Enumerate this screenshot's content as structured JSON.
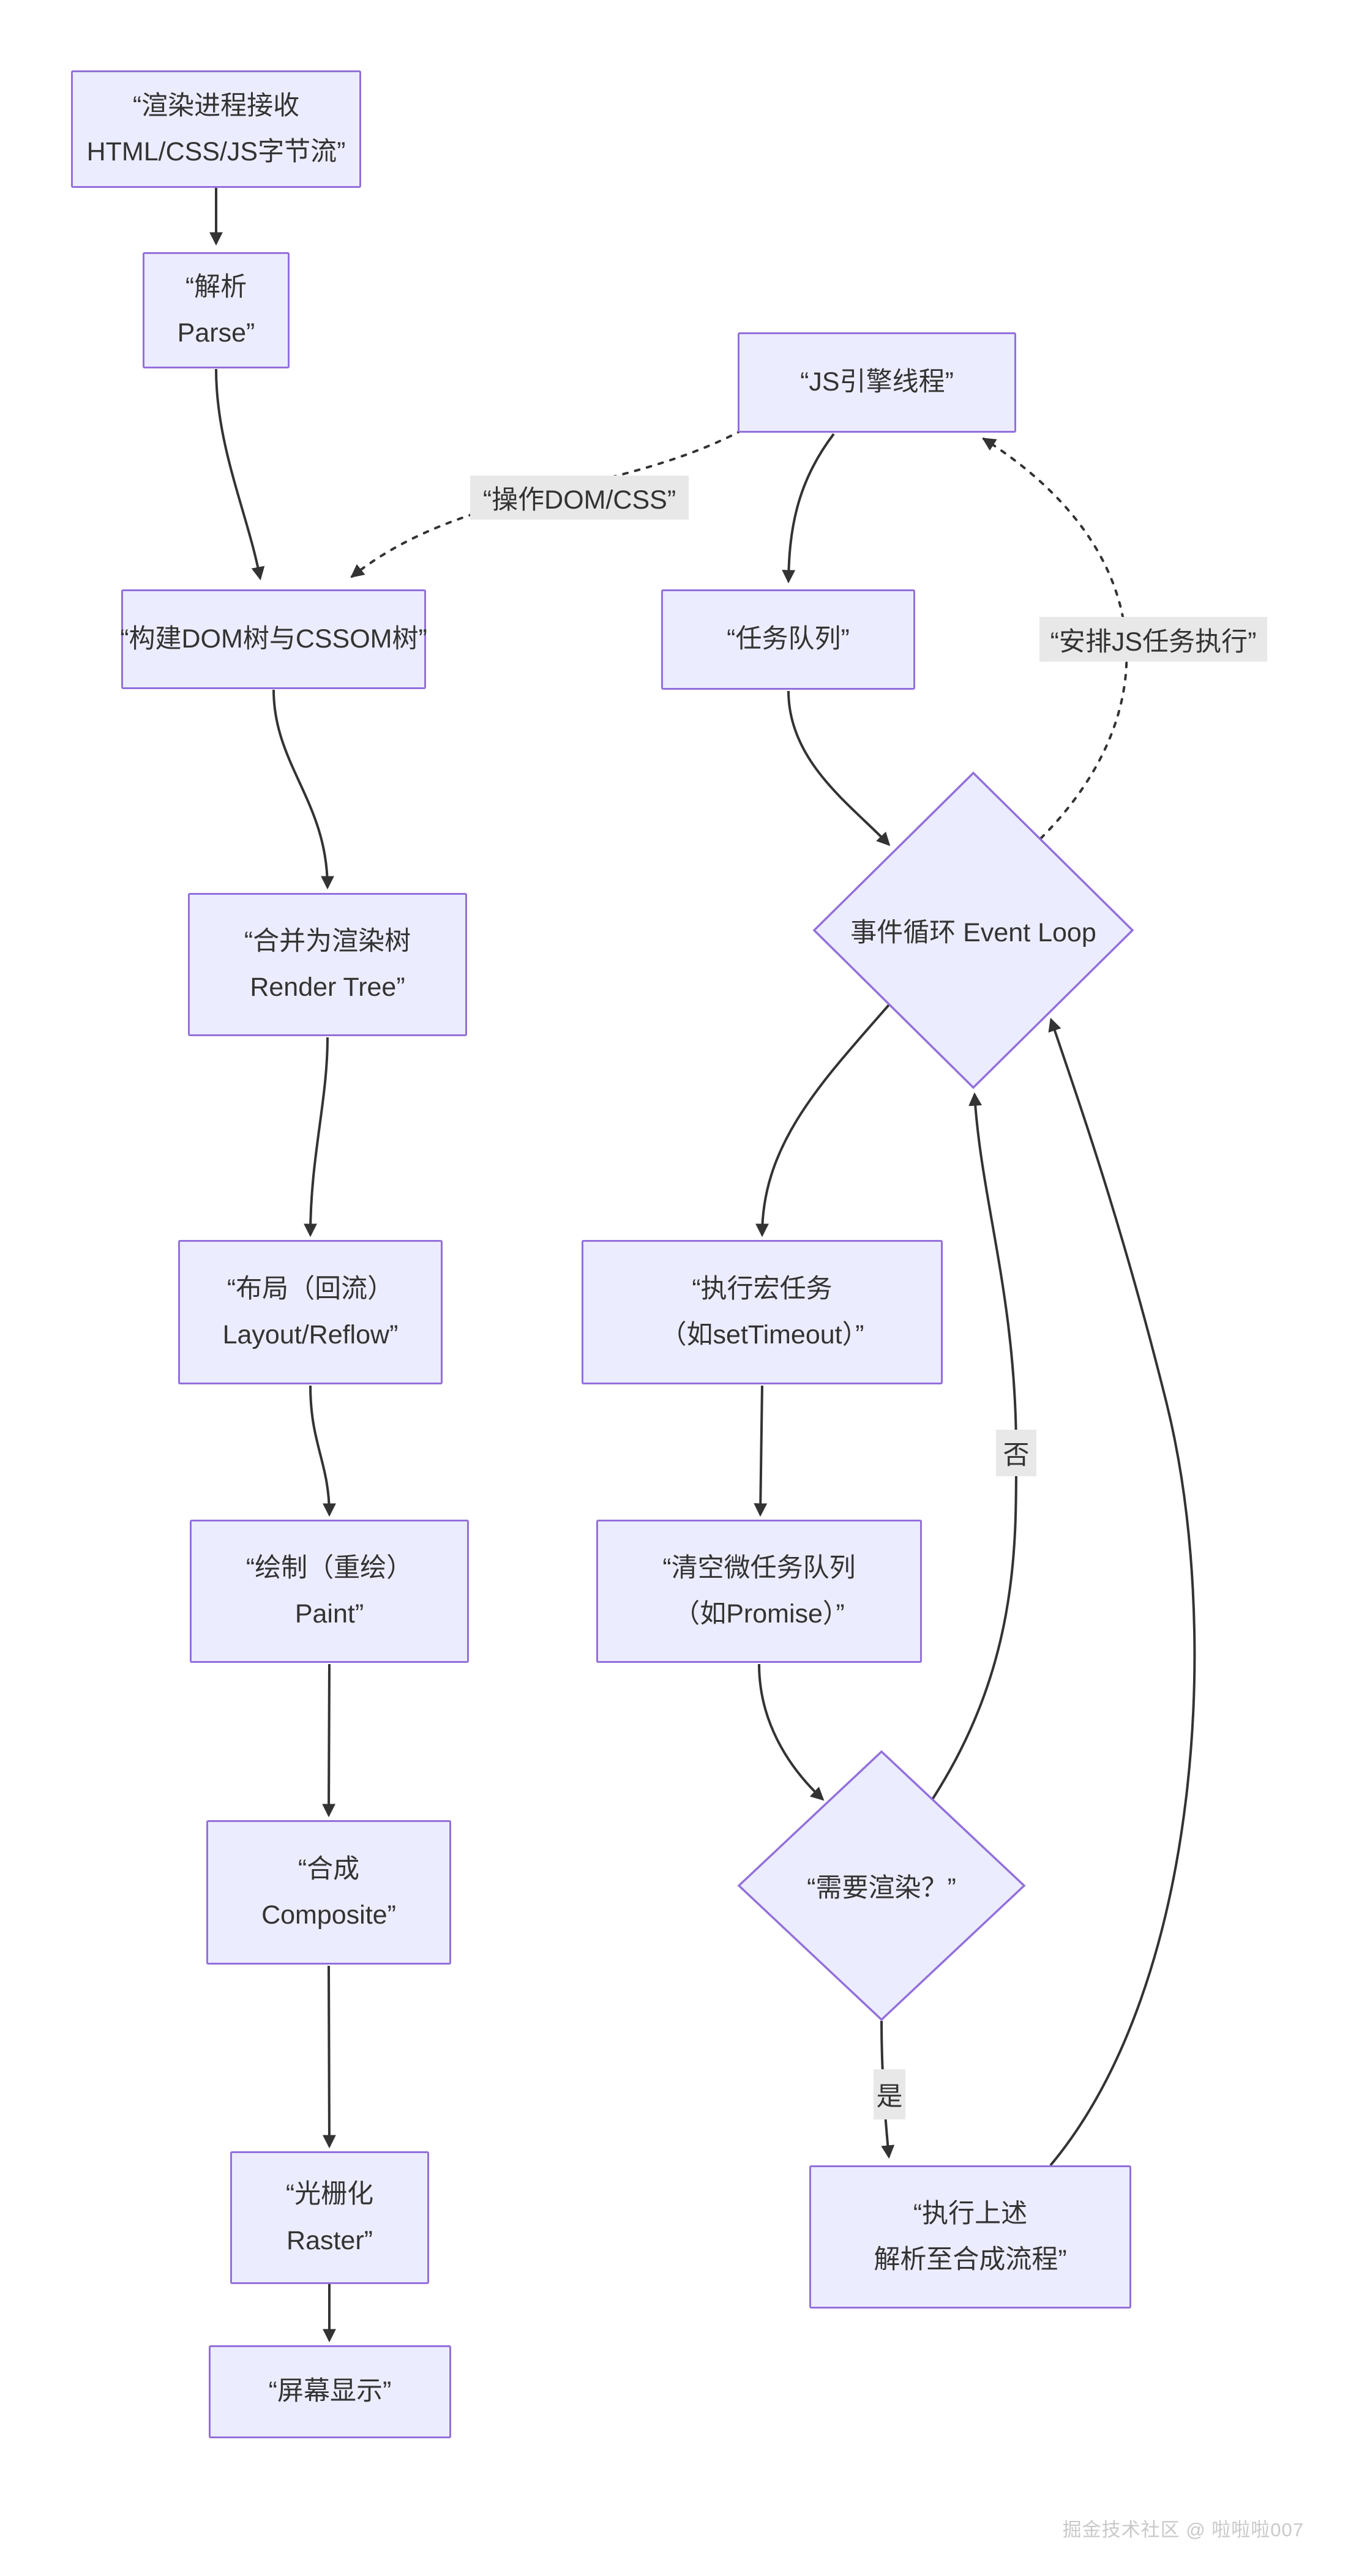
{
  "diagram_type": "mermaid-flowchart",
  "theme": {
    "node_fill": "#ECECFF",
    "node_stroke": "#9370DB",
    "edge_color": "#333333",
    "text_color": "#333333",
    "label_bg": "#e8e8e8",
    "canvas": "#ffffff",
    "watermark_color": "#c9c9c9"
  },
  "nodes": {
    "render_receive": {
      "lines": [
        "“渲染进程接收",
        "HTML/CSS/JS字节流”"
      ]
    },
    "parse": {
      "lines": [
        "“解析",
        "Parse”"
      ]
    },
    "js_engine": {
      "lines": [
        "“JS引擎线程”"
      ]
    },
    "build_dom": {
      "lines": [
        "“构建DOM树与CSSOM树”"
      ]
    },
    "task_queue": {
      "lines": [
        "“任务队列”"
      ]
    },
    "event_loop": {
      "lines": [
        "事件循环 Event Loop"
      ]
    },
    "render_tree": {
      "lines": [
        "“合并为渲染树",
        "Render Tree”"
      ]
    },
    "macro_task": {
      "lines": [
        "“执行宏任务",
        "（如setTimeout）”"
      ]
    },
    "layout_reflow": {
      "lines": [
        "“布局（回流）",
        "Layout/Reflow”"
      ]
    },
    "paint": {
      "lines": [
        "“绘制（重绘）",
        "Paint”"
      ]
    },
    "micro_task": {
      "lines": [
        "“清空微任务队列",
        "（如Promise）”"
      ]
    },
    "need_render": {
      "lines": [
        "“需要渲染？”"
      ]
    },
    "composite": {
      "lines": [
        "“合成",
        "Composite”"
      ]
    },
    "raster": {
      "lines": [
        "“光栅化",
        "Raster”"
      ]
    },
    "run_pipeline": {
      "lines": [
        "“执行上述",
        "解析至合成流程”"
      ]
    },
    "screen_display": {
      "lines": [
        "“屏幕显示”"
      ]
    }
  },
  "edge_labels": {
    "operate_dom_css": "“操作DOM/CSS”",
    "schedule_js_task": "“安排JS任务执行”",
    "no": "否",
    "yes": "是"
  },
  "edges": [
    {
      "from": "render_receive",
      "to": "parse",
      "style": "solid"
    },
    {
      "from": "parse",
      "to": "build_dom",
      "style": "solid"
    },
    {
      "from": "js_engine",
      "to": "build_dom",
      "style": "dotted",
      "label": "“操作DOM/CSS”"
    },
    {
      "from": "js_engine",
      "to": "task_queue",
      "style": "solid"
    },
    {
      "from": "task_queue",
      "to": "event_loop",
      "style": "solid"
    },
    {
      "from": "event_loop",
      "to": "js_engine",
      "style": "dotted",
      "label": "“安排JS任务执行”"
    },
    {
      "from": "build_dom",
      "to": "render_tree",
      "style": "solid"
    },
    {
      "from": "render_tree",
      "to": "layout_reflow",
      "style": "solid"
    },
    {
      "from": "layout_reflow",
      "to": "paint",
      "style": "solid"
    },
    {
      "from": "paint",
      "to": "composite",
      "style": "solid"
    },
    {
      "from": "composite",
      "to": "raster",
      "style": "solid"
    },
    {
      "from": "raster",
      "to": "screen_display",
      "style": "solid"
    },
    {
      "from": "event_loop",
      "to": "macro_task",
      "style": "solid"
    },
    {
      "from": "macro_task",
      "to": "micro_task",
      "style": "solid"
    },
    {
      "from": "micro_task",
      "to": "need_render",
      "style": "solid"
    },
    {
      "from": "need_render",
      "to": "run_pipeline",
      "style": "solid",
      "label": "是"
    },
    {
      "from": "need_render",
      "to": "event_loop",
      "style": "solid",
      "label": "否"
    },
    {
      "from": "run_pipeline",
      "to": "event_loop",
      "style": "solid"
    }
  ],
  "watermark": "掘金技术社区 @ 啦啦啦007"
}
